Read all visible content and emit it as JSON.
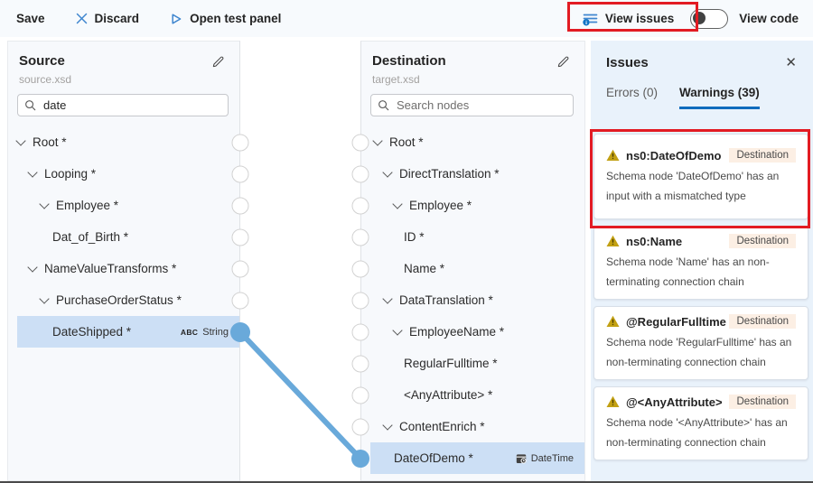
{
  "toolbar": {
    "save": "Save",
    "discard": "Discard",
    "open_test_panel": "Open test panel",
    "view_issues": "View issues",
    "view_code": "View code",
    "view_code_toggle_on": false
  },
  "source_panel": {
    "title": "Source",
    "subtitle": "source.xsd",
    "search_value": "date",
    "nodes": [
      {
        "label": "Root *",
        "level": 0,
        "expandable": true
      },
      {
        "label": "Looping *",
        "level": 1,
        "expandable": true
      },
      {
        "label": "Employee *",
        "level": 2,
        "expandable": true
      },
      {
        "label": "Dat_of_Birth *",
        "level": 3,
        "expandable": false
      },
      {
        "label": "NameValueTransforms *",
        "level": 1,
        "expandable": true
      },
      {
        "label": "PurchaseOrderStatus *",
        "level": 2,
        "expandable": true
      },
      {
        "label": "DateShipped *",
        "level": 3,
        "expandable": false,
        "selected": true,
        "type": {
          "kind": "string",
          "icon_text": "ABC",
          "label": "String"
        }
      }
    ]
  },
  "destination_panel": {
    "title": "Destination",
    "subtitle": "target.xsd",
    "search_placeholder": "Search nodes",
    "nodes": [
      {
        "label": "Root *",
        "level": 0,
        "expandable": true
      },
      {
        "label": "DirectTranslation *",
        "level": 1,
        "expandable": true
      },
      {
        "label": "Employee *",
        "level": 2,
        "expandable": true
      },
      {
        "label": "ID *",
        "level": 3,
        "expandable": false
      },
      {
        "label": "Name *",
        "level": 3,
        "expandable": false
      },
      {
        "label": "DataTranslation *",
        "level": 1,
        "expandable": true
      },
      {
        "label": "EmployeeName *",
        "level": 2,
        "expandable": true
      },
      {
        "label": "RegularFulltime *",
        "level": 3,
        "expandable": false
      },
      {
        "label": "<AnyAttribute> *",
        "level": 3,
        "expandable": false
      },
      {
        "label": "ContentEnrich *",
        "level": 1,
        "expandable": true
      },
      {
        "label": "DateOfDemo *",
        "level": 2,
        "expandable": false,
        "selected": true,
        "type": {
          "kind": "datetime",
          "label": "DateTime"
        }
      }
    ]
  },
  "connection": {
    "from": "DateShipped *",
    "to": "DateOfDemo *"
  },
  "issues_panel": {
    "title": "Issues",
    "tabs": [
      {
        "label": "Errors (0)",
        "active": false
      },
      {
        "label": "Warnings (39)",
        "active": true
      }
    ],
    "warnings": [
      {
        "name": "ns0:DateOfDemo",
        "badge": "Destination",
        "highlighted": true,
        "message": "Schema node 'DateOfDemo' has an input with a mismatched type"
      },
      {
        "name": "ns0:Name",
        "badge": "Destination",
        "message": "Schema node 'Name' has an non-terminating connection chain"
      },
      {
        "name": "@RegularFulltime",
        "badge": "Destination",
        "message": "Schema node 'RegularFulltime' has an non-terminating connection chain"
      },
      {
        "name": "@<AnyAttribute>",
        "badge": "Destination",
        "message": "Schema node '<AnyAttribute>' has an non-terminating connection chain"
      }
    ]
  },
  "colors": {
    "accent_blue": "#0f6cbd",
    "icon_blue": "#3f86cf",
    "connection_blue": "#69a9da",
    "selected_row": "#ccdff5",
    "issues_panel_bg": "#e9f2fb",
    "warning_gold": "#c2a013",
    "destination_badge_bg": "#fcefe4",
    "annotation_red": "#e21b23"
  }
}
